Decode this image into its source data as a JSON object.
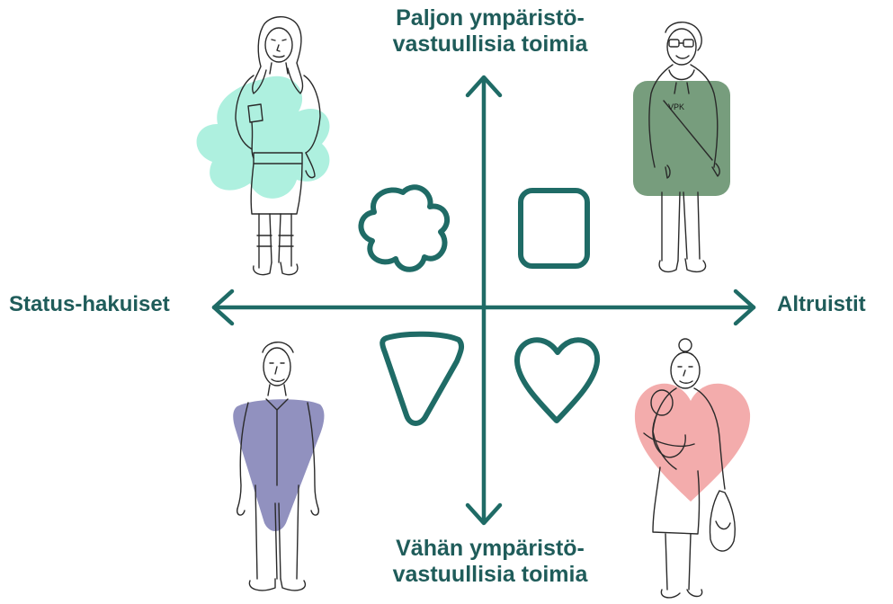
{
  "axes": {
    "top_label_line1": "Paljon ympäristö-",
    "top_label_line2": "vastuullisia toimia",
    "bottom_label_line1": "Vähän ympäristö-",
    "bottom_label_line2": "vastuullisia toimia",
    "left_label": "Status-hakuiset",
    "right_label": "Altruistit"
  },
  "figures": {
    "top_right_shirt_text": "VPK"
  },
  "colors": {
    "axis": "#1f6b66",
    "label": "#1f5c5a",
    "flower_fill": "#aef0df",
    "square_fill": "#5f8c66",
    "triangle_fill": "#8585b8",
    "heart_fill": "#f2a3a3",
    "line_art": "#2a2a2a"
  }
}
